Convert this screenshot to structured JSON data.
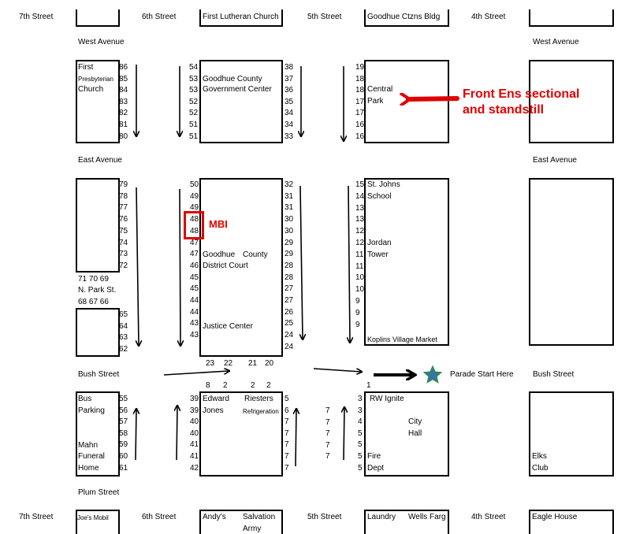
{
  "streets": {
    "seventh": "7th Street",
    "sixth": "6th Street",
    "fifth": "5th Street",
    "fourth": "4th Street",
    "west_avenue": "West Avenue",
    "east_avenue": "East Avenue",
    "bush_street": "Bush Street",
    "plum_street": "Plum Street",
    "n_park": "N. Park St."
  },
  "places": {
    "first_lutheran": "First Lutheran Church",
    "goodhue_ctzns": "Goodhue Ctzns Bldg",
    "first_presby": [
      "First",
      "Presbyterian",
      "Church"
    ],
    "gov_center": [
      "Goodhue County",
      "Government Center"
    ],
    "central_park": [
      "Central",
      "Park"
    ],
    "st_johns": [
      "St. Johns",
      "School"
    ],
    "jordan_tower": [
      "Jordan",
      "Tower"
    ],
    "district_court": [
      "Goodhue",
      "County",
      "District Court"
    ],
    "justice_center": "Justice Center",
    "koplins": "Koplins Village Market",
    "bus_parking": [
      "Bus",
      "Parking"
    ],
    "mahn_funeral": [
      "Mahn",
      "Funeral",
      "Home"
    ],
    "edward_jones": [
      "Edward",
      "Jones"
    ],
    "riesters": [
      "Riesters",
      "Refrigeration"
    ],
    "rw_ignite": "RW Ignite",
    "city_hall": [
      "City",
      "Hall"
    ],
    "fire_dept": [
      "Fire",
      "Dept"
    ],
    "elks_club": [
      "Elks",
      "Club"
    ],
    "joes_mobil": "Joe's Mobil",
    "andys": "Andy's",
    "salvation_army": [
      "Salvation",
      "Army"
    ],
    "laundry": "Laundry",
    "wells_fargo": "Wells Farg",
    "eagle_house": "Eagle House"
  },
  "annotations": {
    "front_ens": [
      "Front Ens  sectional",
      "and standstill"
    ],
    "mbi": "MBI",
    "parade_start": "Parade Start Here"
  },
  "numbers": {
    "col_86": [
      "86",
      "85",
      "84",
      "83",
      "82",
      "81",
      "80"
    ],
    "col_54": [
      "54",
      "53",
      "53",
      "52",
      "52",
      "51",
      "51"
    ],
    "col_38": [
      "38",
      "37",
      "36",
      "35",
      "34",
      "34",
      "33"
    ],
    "col_19": [
      "19",
      "18",
      "18",
      "17",
      "17",
      "16",
      "16"
    ],
    "col_79": [
      "79",
      "78",
      "77",
      "76",
      "75",
      "74",
      "73",
      "72"
    ],
    "mid_row": "71 70 69",
    "park_row": "68 67 66",
    "col_65": [
      "65",
      "64",
      "63",
      "62"
    ],
    "col_50": [
      "50",
      "49",
      "49",
      "48",
      "48",
      "47",
      "47",
      "46",
      "45",
      "45",
      "44",
      "44",
      "43",
      "43"
    ],
    "col_32": [
      "32",
      "31",
      "31",
      "30",
      "30",
      "29",
      "29",
      "28",
      "28",
      "27",
      "27",
      "26",
      "25",
      "24",
      "24"
    ],
    "col_15": [
      "15",
      "14",
      "13",
      "13",
      "12",
      "12",
      "11",
      "11",
      "10",
      "10",
      "9",
      "9",
      "9"
    ],
    "bush_n": [
      "23",
      "22",
      "21",
      "20"
    ],
    "bush_s": [
      "8",
      "2",
      "2",
      "2",
      "1"
    ],
    "col_55": [
      "55",
      "56",
      "57",
      "58",
      "59",
      "60",
      "61"
    ],
    "col_39": [
      "39",
      "39",
      "40",
      "40",
      "41",
      "41",
      "42"
    ],
    "col_5": [
      "5",
      "6",
      "7",
      "7",
      "7",
      "7",
      "7"
    ],
    "col_7": [
      "7",
      "7",
      "7",
      "7",
      "7"
    ],
    "col_3": [
      "3",
      "3",
      "4",
      "5",
      "5",
      "5",
      "5"
    ]
  },
  "colors": {
    "red": "#e00000",
    "star": "#2e8b57",
    "star_fill_inner": "#3a6fb0"
  }
}
